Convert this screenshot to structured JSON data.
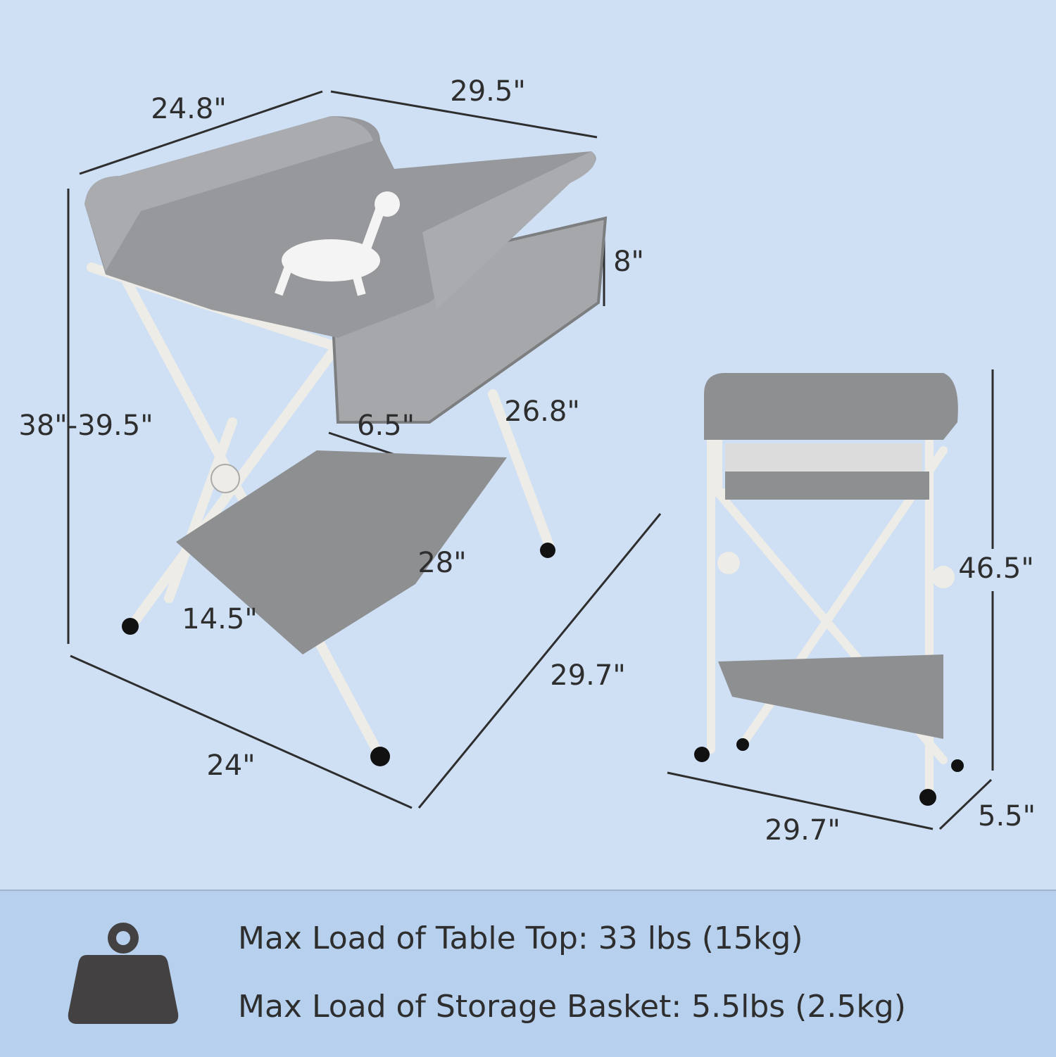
{
  "dimensions": {
    "top_depth": "24.8\"",
    "top_width": "29.5\"",
    "basket_height": "8\"",
    "height_range": "38\"-39.5\"",
    "basket_depth": "6.5\"",
    "basket_width": "26.8\"",
    "shelf_width": "28\"",
    "shelf_depth": "14.5\"",
    "base_width": "29.7\"",
    "base_depth": "24\"",
    "folded_height": "46.5\"",
    "folded_width": "29.7\"",
    "folded_depth": "5.5\""
  },
  "loads": {
    "icon": "weight-icon",
    "table_top": "Max Load of Table Top: 33 lbs (15kg)",
    "storage_basket": "Max Load of Storage Basket: 5.5lbs (2.5kg)"
  },
  "colors": {
    "background": "#cfe0f5",
    "band": "#b6d0ee",
    "product_gray": "#8e8f91",
    "frame": "#eeece6",
    "text": "#2e2e2e"
  }
}
